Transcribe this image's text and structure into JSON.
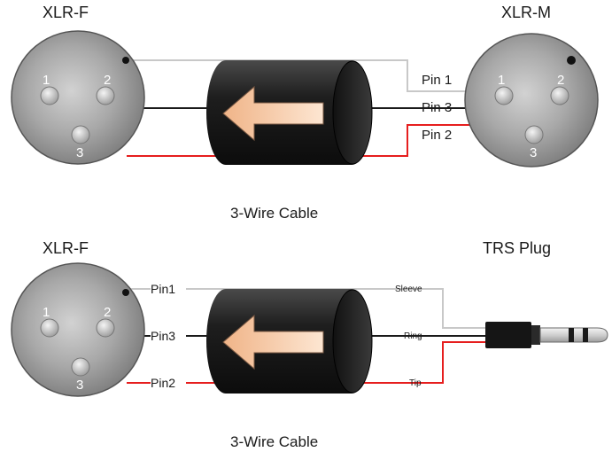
{
  "colors": {
    "wire_grey": "#c8c8c8",
    "wire_black": "#1a1a1a",
    "wire_red": "#e61e1e",
    "connector_face": "#a8a8a8",
    "cable_body": "#1e1e1e",
    "arrow_fill": "#f5c49e"
  },
  "top_diagram": {
    "left_connector": {
      "title": "XLR-F",
      "pins": [
        "1",
        "2",
        "3"
      ]
    },
    "right_connector": {
      "title": "XLR-M",
      "pins": [
        "1",
        "2",
        "3"
      ]
    },
    "wire_labels": [
      "Pin 1",
      "Pin 3",
      "Pin 2"
    ],
    "caption": "3-Wire Cable"
  },
  "bottom_diagram": {
    "left_connector": {
      "title": "XLR-F",
      "pins": [
        "1",
        "2",
        "3"
      ]
    },
    "left_labels": [
      "Pin1",
      "Pin3",
      "Pin2"
    ],
    "right_connector": {
      "title": "TRS Plug"
    },
    "right_labels": [
      "Sleeve",
      "Ring",
      "Tip"
    ],
    "caption": "3-Wire Cable"
  },
  "icons": {
    "cable": "cable-icon",
    "arrow": "arrow-left-icon",
    "xlr": "xlr-connector-icon",
    "trs": "trs-plug-icon"
  }
}
